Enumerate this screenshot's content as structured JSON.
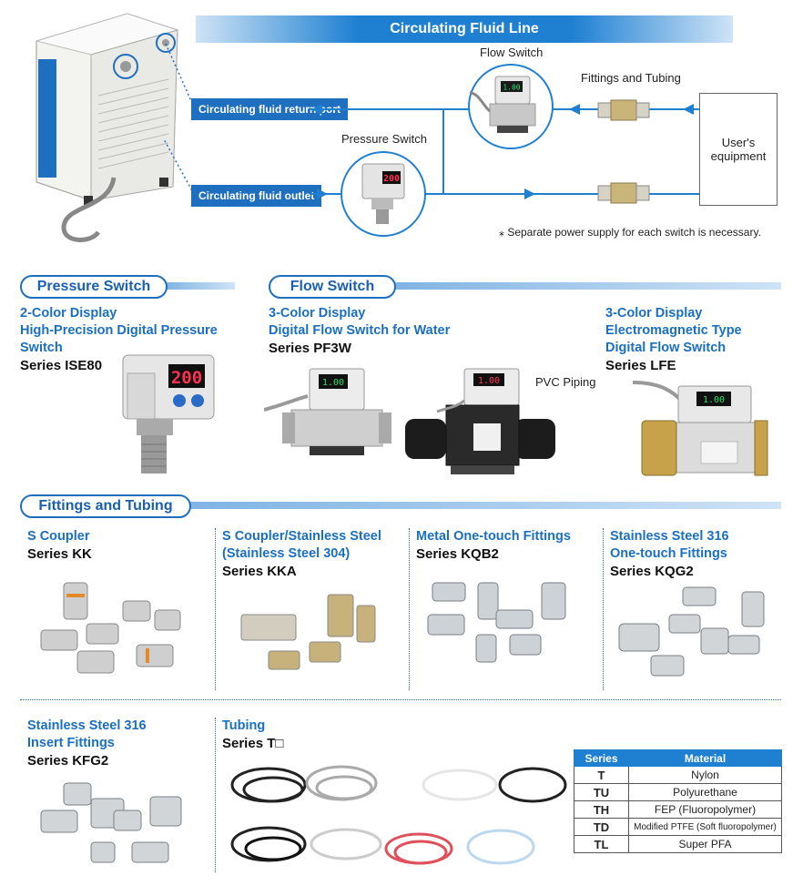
{
  "header": {
    "title": "Circulating Fluid Line"
  },
  "diagram": {
    "return_port": "Circulating fluid return port",
    "outlet": "Circulating fluid outlet",
    "flow_switch": "Flow Switch",
    "pressure_switch": "Pressure Switch",
    "fittings": "Fittings and Tubing",
    "equipment_line1": "User's",
    "equipment_line2": "equipment",
    "note": "⁎ Separate power supply for each switch is necessary.",
    "pressure_display": "200",
    "flow_display": "1.00"
  },
  "sections": {
    "pressure": {
      "pill": "Pressure Switch",
      "title1": "2-Color Display",
      "title2": "High-Precision Digital Pressure",
      "title3": "Switch",
      "series_label": "Series ",
      "series": "ISE80"
    },
    "flow": {
      "pill": "Flow Switch",
      "pf3w_title1": "3-Color Display",
      "pf3w_title2": "Digital Flow Switch for Water",
      "pf3w_series": "PF3W",
      "pvc_label": "PVC Piping",
      "lfe_title1": "3-Color Display",
      "lfe_title2": "Electromagnetic Type",
      "lfe_title3": "Digital Flow Switch",
      "lfe_series": "LFE"
    },
    "fittings": {
      "pill": "Fittings and Tubing",
      "kk_title": "S Coupler",
      "kk_series": "KK",
      "kka_title1": "S Coupler/Stainless Steel",
      "kka_title2": "(Stainless Steel 304)",
      "kka_series": "KKA",
      "kqb2_title": "Metal One-touch Fittings",
      "kqb2_series": "KQB2",
      "kqg2_title1": "Stainless Steel 316",
      "kqg2_title2": "One-touch Fittings",
      "kqg2_series": "KQG2",
      "kfg2_title1": "Stainless Steel 316",
      "kfg2_title2": "Insert Fittings",
      "kfg2_series": "KFG2",
      "tubing_title": "Tubing",
      "tubing_series": "T□"
    }
  },
  "material_table": {
    "headers": [
      "Series",
      "Material"
    ],
    "rows": [
      [
        "T",
        "Nylon"
      ],
      [
        "TU",
        "Polyurethane"
      ],
      [
        "TH",
        "FEP (Fluoropolymer)"
      ],
      [
        "TD",
        "Modified PTFE (Soft fluoropolymer)"
      ],
      [
        "TL",
        "Super PFA"
      ]
    ]
  },
  "colors": {
    "brand_blue": "#1f80d2",
    "title_blue": "#1a6fc2",
    "display_red": "#e0203a"
  }
}
